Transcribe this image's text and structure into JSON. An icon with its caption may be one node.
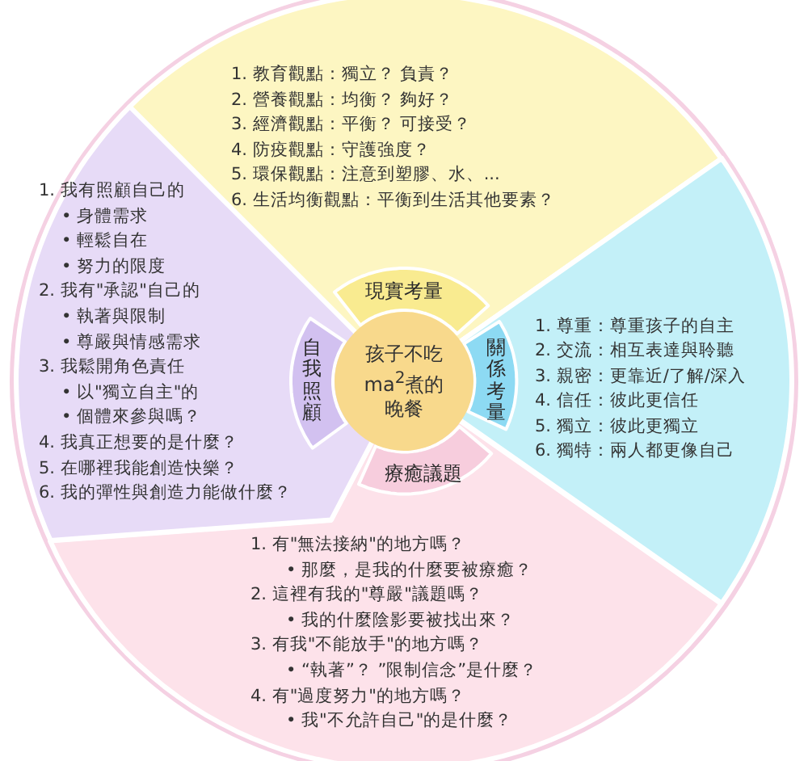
{
  "diagram": {
    "nodes": [
      {
        "text": [
          "1. 教育觀點：獨立？ 負責？",
          "2. 營養觀點：均衡？ 夠好？",
          "3. 經濟觀點：平衡？ 可接受？",
          "4. 防疫觀點：守護強度？",
          "5. 環保觀點：注意到塑膠、水、...",
          "6. 生活均衡觀點：平衡到生活其他要素？"
        ]
      },
      {
        "text": [
          "現實考量"
        ],
        "in": 0
      },
      {
        "text": [
          "1. 尊重：尊重孩子的自主",
          "2. 交流：相互表達與聆聽",
          "3. 親密：更靠近/了解/深入",
          "4. 信任：彼此更信任",
          "5. 獨立：彼此更獨立",
          "6. 獨特：兩人都更像自己"
        ]
      },
      {
        "text": [
          "關係考量"
        ],
        "in": 2
      },
      {
        "text": [
          "1. 有\"無法接納\"的地方嗎？",
          "• 那麼，是我的什麼要被療癒？",
          "2. 這裡有我的\"尊嚴\"議題嗎？",
          "• 我的什麼陰影要被找出來？",
          "3. 有我\"不能放手\"的地方嗎？",
          "• “執著”？ ”限制信念”是什麼？",
          "4. 有\"過度努力\"的地方嗎？",
          "• 我\"不允許自己\"的是什麼？"
        ]
      },
      {
        "text": [
          "療癒議題"
        ],
        "in": 4
      },
      {
        "text": [
          "1. 我有照顧自己的",
          "• 身體需求",
          "• 輕鬆自在",
          "• 努力的限度",
          "2. 我有\"承認\"自己的",
          "• 執著與限制",
          "• 尊嚴與情感需求",
          "3. 我鬆開角色責任",
          "• 以\"獨立自主\"的",
          "• 個體來參與嗎？",
          "4. 我真正想要的是什麼？",
          "5. 在哪裡我能創造快樂？",
          "6. 我的彈性與創造力能做什麼？"
        ]
      },
      {
        "text": [
          "自我照顧"
        ],
        "in": 6
      },
      {
        "text": [
          "孩子不吃ma$^{2}$煮的晚餐"
        ]
      }
    ]
  }
}
